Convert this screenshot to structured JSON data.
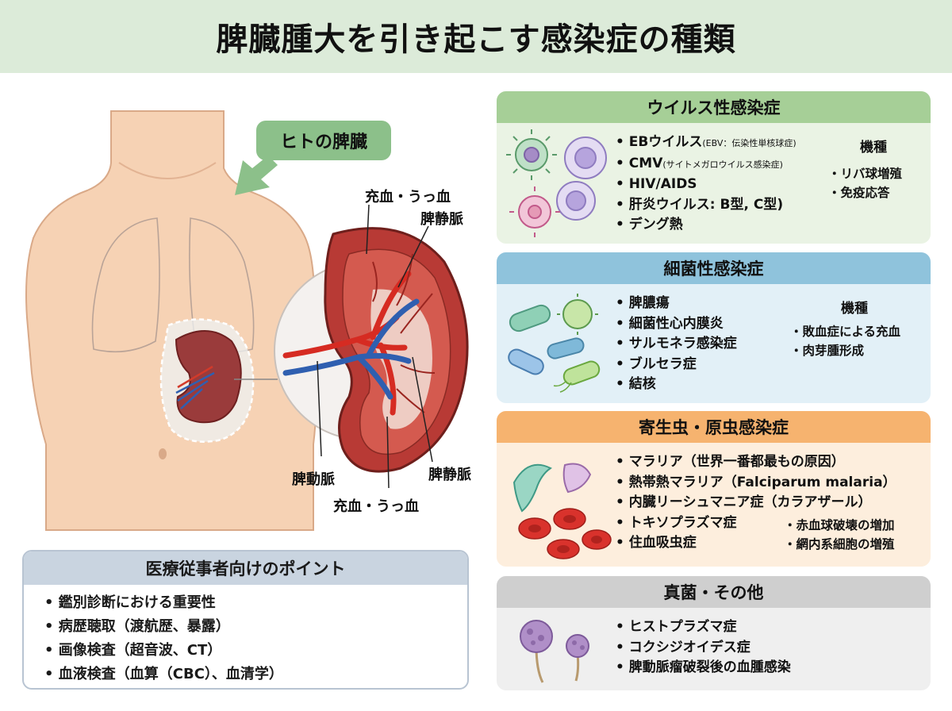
{
  "title": "脾臓腫大を引き起こす感染症の種類",
  "anatomy": {
    "callout": "ヒトの脾臓",
    "labels": {
      "congestion_top": "充血・うっ血",
      "splenic_vein_top": "脾静脈",
      "splenic_artery": "脾動脈",
      "splenic_vein_bottom": "脾静脈",
      "congestion_bottom": "充血・うっ血"
    }
  },
  "panels": {
    "virus": {
      "title": "ウイルス性感染症",
      "items": [
        {
          "main": "EBウイルス",
          "sub": "(EBV：伝染性単核球症)"
        },
        {
          "main": "CMV",
          "sub": "(サイトメガロウイルス感染症)"
        },
        {
          "main": "HIV/AIDS",
          "sub": ""
        },
        {
          "main": "肝炎ウイルス: B型, C型)",
          "sub": ""
        },
        {
          "main": "デング熱",
          "sub": ""
        }
      ],
      "side_title": "機種",
      "side": [
        "リバ球増殖",
        "免疫応答"
      ]
    },
    "bacteria": {
      "title": "細菌性感染症",
      "items": [
        "脾膿瘍",
        "細菌性心内膜炎",
        "サルモネラ感染症",
        "ブルセラ症",
        "結核"
      ],
      "side_title": "機種",
      "side": [
        "敗血症による充血",
        "肉芽腫形成"
      ]
    },
    "parasite": {
      "title": "寄生虫・原虫感染症",
      "items": [
        "マラリア（世界一番都最もの原因）",
        "熱帯熱マラリア（Falciparum malaria）",
        "内臓リーシュマニア症（カラアザール）",
        "トキソプラズマ症",
        "住血吸虫症"
      ],
      "side": [
        "赤血球破壊の増加",
        "網内系細胞の増殖"
      ]
    },
    "fungus": {
      "title": "真菌・その他",
      "items": [
        "ヒストプラズマ症",
        "コクシジオイデス症",
        "脾動脈瘤破裂後の血腫感染"
      ]
    }
  },
  "points": {
    "title": "医療従事者向けのポイント",
    "items": [
      "鑑別診断における重要性",
      "病歴聴取（渡航歴、暴露）",
      "画像検査（超音波、CT）",
      "血液検査（血算（CBC）、血清学）"
    ]
  }
}
